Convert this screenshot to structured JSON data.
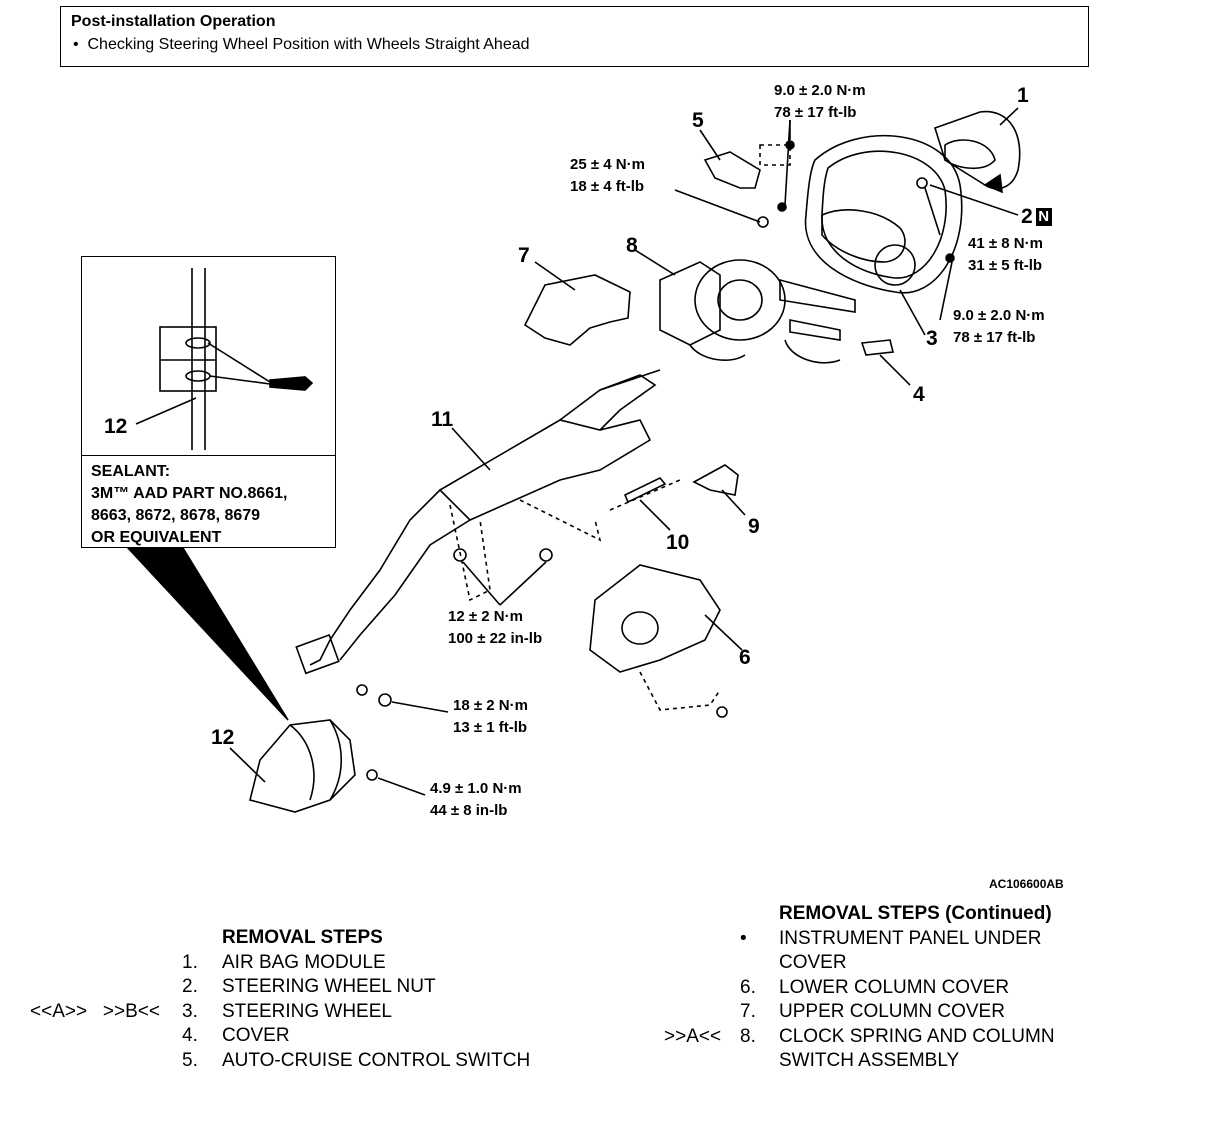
{
  "post_installation": {
    "title": "Post-installation Operation",
    "items": [
      "Checking Steering Wheel Position with Wheels Straight Ahead"
    ]
  },
  "sealant": {
    "lines": [
      "SEALANT:",
      "3M™ AAD PART NO.8661,",
      "8663, 8672, 8678, 8679",
      "OR EQUIVALENT"
    ]
  },
  "callouts": {
    "c1": "1",
    "c2": "2",
    "c2_badge": "N",
    "c3": "3",
    "c4": "4",
    "c5": "5",
    "c6": "6",
    "c7": "7",
    "c8": "8",
    "c9": "9",
    "c10": "10",
    "c11": "11",
    "c12_inset": "12",
    "c12": "12"
  },
  "torques": {
    "t1": [
      "9.0 ± 2.0 N·m",
      "78 ± 17 ft-lb"
    ],
    "t2": [
      "25 ± 4 N·m",
      "18 ± 4 ft-lb"
    ],
    "t3": [
      "41 ± 8 N·m",
      "31 ± 5 ft-lb"
    ],
    "t4": [
      "9.0 ± 2.0 N·m",
      "78 ± 17 ft-lb"
    ],
    "t5": [
      "12 ± 2 N·m",
      "100 ± 22 in-lb"
    ],
    "t6": [
      "18 ± 2 N·m",
      "13 ± 1 ft-lb"
    ],
    "t7": [
      "4.9 ± 1.0 N·m",
      "44 ± 8 in-lb"
    ]
  },
  "figure_code": "AC106600AB",
  "removal_steps": {
    "heading": "REMOVAL STEPS",
    "rows": [
      {
        "ref": "",
        "num": "1.",
        "text": "AIR BAG MODULE"
      },
      {
        "ref": "",
        "num": "2.",
        "text": "STEERING WHEEL NUT"
      },
      {
        "ref": "<<A>>   >>B<<",
        "num": "3.",
        "text": "STEERING WHEEL"
      },
      {
        "ref": "",
        "num": "4.",
        "text": "COVER"
      },
      {
        "ref": "",
        "num": "5.",
        "text": "AUTO-CRUISE CONTROL SWITCH"
      }
    ]
  },
  "removal_steps_continued": {
    "heading": "REMOVAL STEPS (Continued)",
    "rows": [
      {
        "ref": "",
        "num": "•",
        "text": "INSTRUMENT PANEL UNDER"
      },
      {
        "ref": "",
        "num": "",
        "text": "COVER"
      },
      {
        "ref": "",
        "num": "6.",
        "text": "LOWER COLUMN COVER"
      },
      {
        "ref": "",
        "num": "7.",
        "text": "UPPER COLUMN COVER"
      },
      {
        "ref": ">>A<<",
        "num": "8.",
        "text": "CLOCK SPRING AND COLUMN"
      },
      {
        "ref": "",
        "num": "",
        "text": "SWITCH ASSEMBLY"
      }
    ]
  }
}
